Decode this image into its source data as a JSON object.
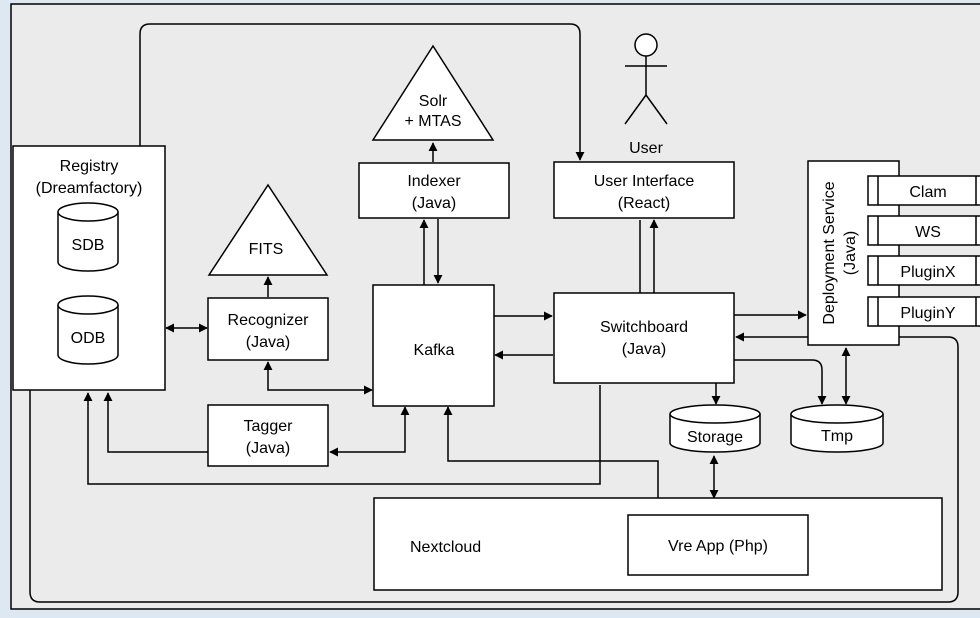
{
  "registry": {
    "title_line1": "Registry",
    "title_line2": "(Dreamfactory)",
    "sdb": "SDB",
    "odb": "ODB"
  },
  "solr": {
    "line1": "Solr",
    "line2": "+ MTAS"
  },
  "user": {
    "label": "User"
  },
  "indexer": {
    "line1": "Indexer",
    "line2": "(Java)"
  },
  "user_interface": {
    "line1": "User Interface",
    "line2": "(React)"
  },
  "fits": {
    "label": "FITS"
  },
  "recognizer": {
    "line1": "Recognizer",
    "line2": "(Java)"
  },
  "kafka": {
    "label": "Kafka"
  },
  "switchboard": {
    "line1": "Switchboard",
    "line2": "(Java)"
  },
  "tagger": {
    "line1": "Tagger",
    "line2": "(Java)"
  },
  "deployment": {
    "line1": "Deployment Service",
    "line2": "(Java)"
  },
  "plugins": [
    "Clam",
    "WS",
    "PluginX",
    "PluginY"
  ],
  "storage": {
    "label": "Storage"
  },
  "tmp": {
    "label": "Tmp"
  },
  "nextcloud": {
    "label": "Nextcloud"
  },
  "vre": {
    "label": "Vre App (Php)"
  },
  "colors": {
    "background": "#dde8f3",
    "diagram_fill": "#ebebeb",
    "box_fill": "#ffffff",
    "stroke": "#000000"
  }
}
